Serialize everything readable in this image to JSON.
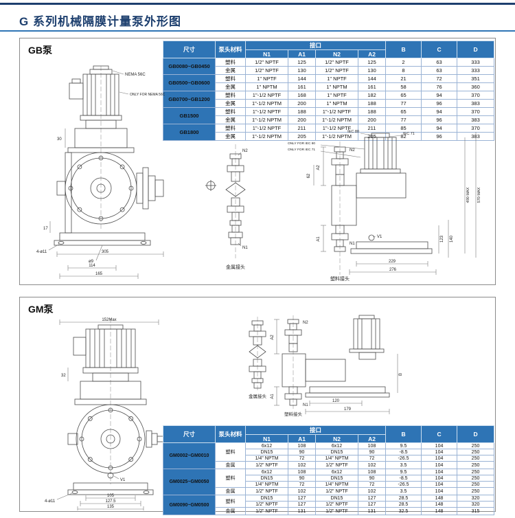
{
  "colors": {
    "accent_blue": "#2e74b5",
    "title_navy": "#1d3f6e"
  },
  "page": {
    "title": "G 系列机械隔膜计量泵外形图"
  },
  "gb": {
    "label": "GB泵"
  },
  "gm": {
    "label": "GM泵"
  },
  "gb_table": {
    "col_size": "尺寸",
    "col_material": "泵头材料",
    "col_interface": "接口",
    "col_n1": "N1",
    "col_a1": "A1",
    "col_n2": "N2",
    "col_a2": "A2",
    "col_b": "B",
    "col_c": "C",
    "col_d": "D",
    "sizes": [
      "GB0080~GB0450",
      "GB0500~GB0600",
      "GB0700~GB1200",
      "GB1500",
      "GB1800"
    ],
    "rows": [
      {
        "material": "塑料",
        "n1": "1/2\" NPTF",
        "a1": "125",
        "n2": "1/2\" NPTF",
        "a2": "125",
        "b": "2",
        "c": "63",
        "d": "333"
      },
      {
        "material": "金属",
        "n1": "1/2\" NPTF",
        "a1": "130",
        "n2": "1/2\" NPTF",
        "a2": "130",
        "b": "8",
        "c": "63",
        "d": "333"
      },
      {
        "material": "塑料",
        "n1": "1\" NPTF",
        "a1": "144",
        "n2": "1\" NPTF",
        "a2": "144",
        "b": "21",
        "c": "72",
        "d": "351"
      },
      {
        "material": "金属",
        "n1": "1\" NPTM",
        "a1": "161",
        "n2": "1\" NPTM",
        "a2": "161",
        "b": "58",
        "c": "76",
        "d": "360"
      },
      {
        "material": "塑料",
        "n1": "1\"-1/2 NPTF",
        "a1": "168",
        "n2": "1\" NPTF",
        "a2": "182",
        "b": "65",
        "c": "94",
        "d": "370"
      },
      {
        "material": "金属",
        "n1": "1\"-1/2 NPTM",
        "a1": "200",
        "n2": "1\" NPTM",
        "a2": "188",
        "b": "77",
        "c": "96",
        "d": "383"
      },
      {
        "material": "塑料",
        "n1": "1\"-1/2 NPTF",
        "a1": "188",
        "n2": "1\"-1/2 NPTF",
        "a2": "188",
        "b": "65",
        "c": "94",
        "d": "370"
      },
      {
        "material": "金属",
        "n1": "1\"-1/2 NPTM",
        "a1": "200",
        "n2": "1\"-1/2 NPTM",
        "a2": "200",
        "b": "77",
        "c": "96",
        "d": "383"
      },
      {
        "material": "塑料",
        "n1": "1\"-1/2 NPTF",
        "a1": "211",
        "n2": "1\"-1/2 NPTF",
        "a2": "211",
        "b": "85",
        "c": "94",
        "d": "370"
      },
      {
        "material": "金属",
        "n1": "1\"-1/2 NPTM",
        "a1": "205",
        "n2": "1\"-1/2 NPTM",
        "a2": "205",
        "b": "82",
        "c": "96",
        "d": "383"
      }
    ]
  },
  "gm_table": {
    "col_size": "尺寸",
    "col_material": "泵头材料",
    "col_interface": "接口",
    "col_n1": "N1",
    "col_a1": "A1",
    "col_n2": "N2",
    "col_a2": "A2",
    "col_b": "B",
    "col_c": "C",
    "col_d": "D",
    "sizes": [
      "GM0002~GM0010",
      "GM0025~GM0050",
      "GM0090~GM0500"
    ],
    "rows": [
      {
        "material": "塑料",
        "n1": "6x12",
        "a1": "108",
        "n2": "6x12",
        "a2": "108",
        "b": "9.5",
        "c": "104",
        "d": "250"
      },
      {
        "n1": "DN15",
        "a1": "90",
        "n2": "DN15",
        "a2": "90",
        "b": "-8.5",
        "c": "104",
        "d": "250"
      },
      {
        "n1": "1/4\" NPTM",
        "a1": "72",
        "n2": "1/4\" NPTM",
        "a2": "72",
        "b": "-26.5",
        "c": "104",
        "d": "250"
      },
      {
        "material": "金属",
        "n1": "1/2\" NPTF",
        "a1": "102",
        "n2": "1/2\" NPTF",
        "a2": "102",
        "b": "3.5",
        "c": "104",
        "d": "250"
      },
      {
        "material": "塑料",
        "n1": "6x12",
        "a1": "108",
        "n2": "6x12",
        "a2": "108",
        "b": "9.5",
        "c": "104",
        "d": "250"
      },
      {
        "n1": "DN15",
        "a1": "90",
        "n2": "DN15",
        "a2": "90",
        "b": "-8.5",
        "c": "104",
        "d": "250"
      },
      {
        "n1": "1/4\" NPTM",
        "a1": "72",
        "n2": "1/4\" NPTM",
        "a2": "72",
        "b": "-26.5",
        "c": "104",
        "d": "250"
      },
      {
        "material": "金属",
        "n1": "1/2\" NPTF",
        "a1": "102",
        "n2": "1/2\" NPTF",
        "a2": "102",
        "b": "3.5",
        "c": "104",
        "d": "250"
      },
      {
        "material": "塑料",
        "n1": "DN15",
        "a1": "127",
        "n2": "DN15",
        "a2": "127",
        "b": "28.5",
        "c": "148",
        "d": "320"
      },
      {
        "n1": "1/2\" NPTF",
        "a1": "127",
        "n2": "1/2\" NPTF",
        "a2": "127",
        "b": "28.5",
        "c": "148",
        "d": "320"
      },
      {
        "material": "金属",
        "n1": "1/2\" NPTF",
        "a1": "131",
        "n2": "1/2\" NPTF",
        "a2": "131",
        "b": "32.5",
        "c": "148",
        "d": "315"
      }
    ]
  },
  "gb_front": {
    "nema": "NEMA 56C",
    "only_nema": "ONLY FOR NEMA 56C",
    "d30": "30",
    "d17": "17",
    "holes": "4-ø11",
    "d305": "305",
    "dia9": "ø9",
    "d114": "114",
    "d165": "165"
  },
  "gb_fitting": {
    "n2": "N2",
    "n1": "N1",
    "label": "金属接头"
  },
  "gb_side": {
    "iec80": "IEC 80",
    "iec71": "IEC 71",
    "only80": "ONLY FOR IEC 80",
    "only71": "ONLY FOR IEC 71",
    "n2": "N2",
    "n1": "N1",
    "a2": "A2",
    "a1": "A1",
    "d62": "62",
    "v1": "V1",
    "d123": "123",
    "d140": "140",
    "d229": "229",
    "d276": "276",
    "max490": "490 MAX",
    "max570": "570 MAX",
    "label": "塑料接头"
  },
  "gm_front": {
    "d152": "152Max",
    "d32": "32",
    "v1": "V1",
    "d105": "105",
    "d1275": "127.5",
    "d135": "135",
    "holes": "4-ø11"
  },
  "gm_side": {
    "metal": "金属接头",
    "plastic": "塑料接头",
    "n2": "N2",
    "n1": "N1",
    "a2": "A2",
    "a1": "A1",
    "b": "B",
    "d120": "120",
    "d179": "179"
  }
}
